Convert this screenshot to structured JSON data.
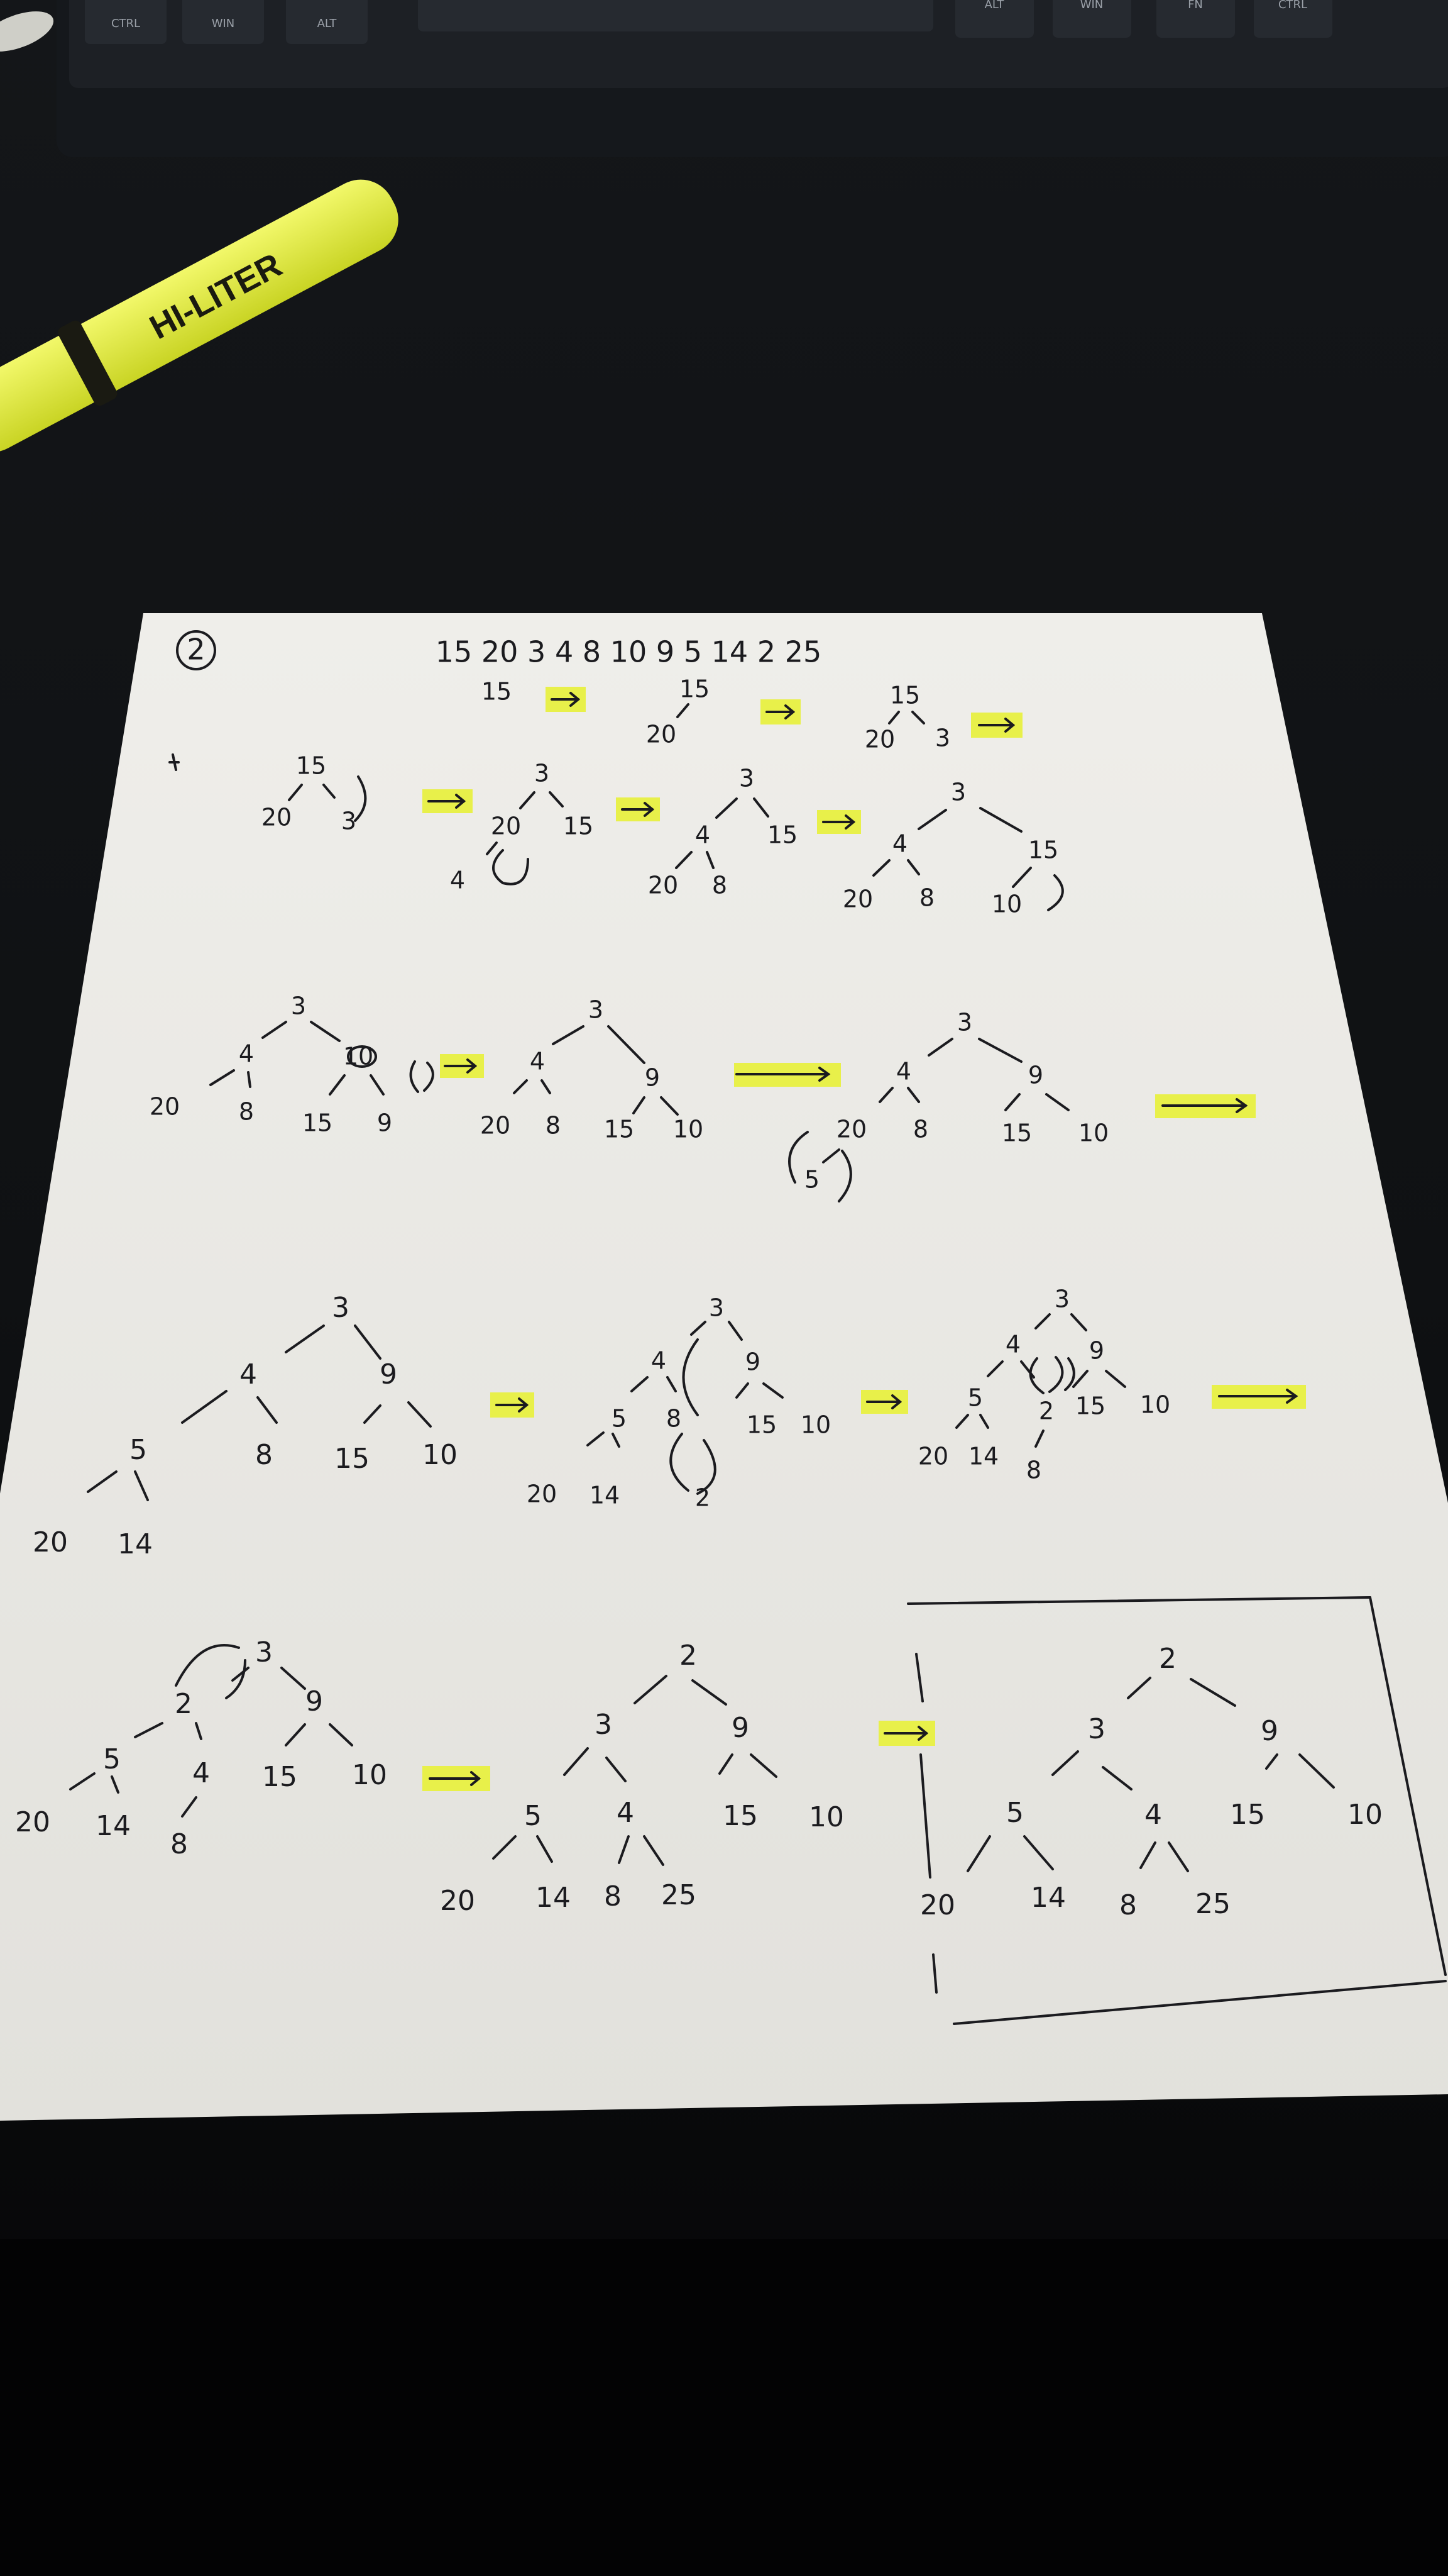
{
  "colors": {
    "desk": "#0b0c0e",
    "paper": "#ecebe7",
    "ink": "#1b1b1f",
    "highlight": "#e8f04a",
    "keyboard": "#1a1d22",
    "marker_body": "#e4f03a"
  },
  "keyboard": {
    "keys": [
      "CTRL",
      "WIN",
      "ALT",
      "ALT",
      "WIN",
      "FN",
      "CTRL"
    ]
  },
  "marker": {
    "brand": "HI-LITER"
  },
  "notes": {
    "problem_number": "2",
    "sequence": "15 20 3 4 8 10 9 5 14 2 25",
    "nodes": [
      "15",
      "20",
      "3",
      "4",
      "8",
      "10",
      "9",
      "5",
      "14",
      "2",
      "25"
    ]
  }
}
